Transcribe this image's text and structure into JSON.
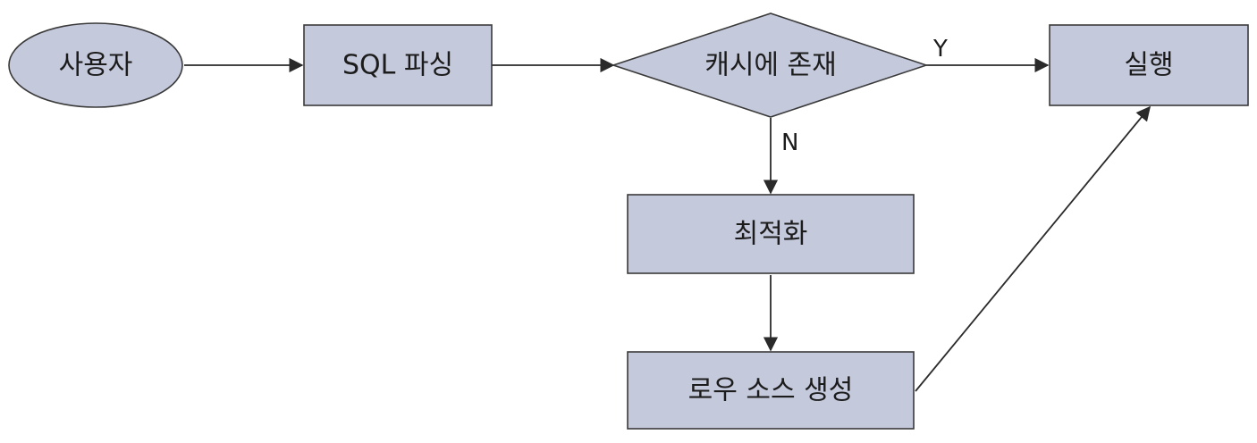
{
  "nodes": {
    "user": "사용자",
    "parse": "SQL 파싱",
    "cache": "캐시에 존재",
    "execute": "실행",
    "optimize": "최적화",
    "rowsource": "로우 소스 생성"
  },
  "edge_labels": {
    "yes": "Y",
    "no": "N"
  },
  "colors": {
    "node_fill": "#c5c9dc",
    "node_stroke": "#3a3a3a",
    "edge": "#2a2a2a"
  }
}
